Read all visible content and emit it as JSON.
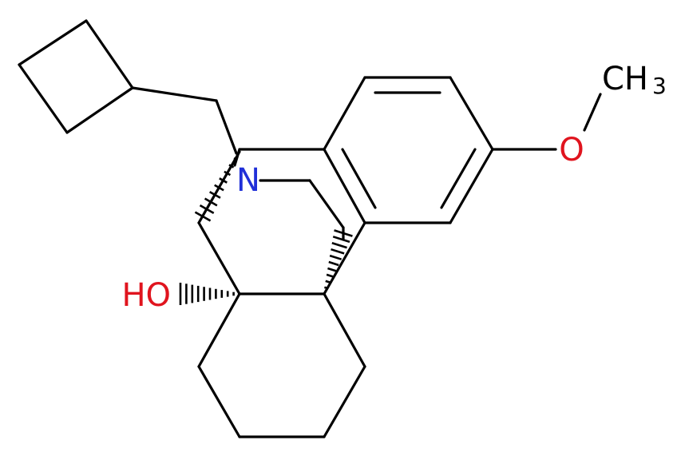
{
  "molecule": {
    "atoms": {
      "nitrogen": {
        "label": "N",
        "color": "#2030d8"
      },
      "hydroxyl": {
        "label": "HO",
        "color": "#e0141e"
      },
      "ether_oxygen": {
        "label": "O",
        "color": "#e0141e"
      },
      "methyl": {
        "label": "CH",
        "subscript": "3",
        "color": "#000000"
      }
    },
    "bond_color": "#000000",
    "background": "#ffffff"
  }
}
